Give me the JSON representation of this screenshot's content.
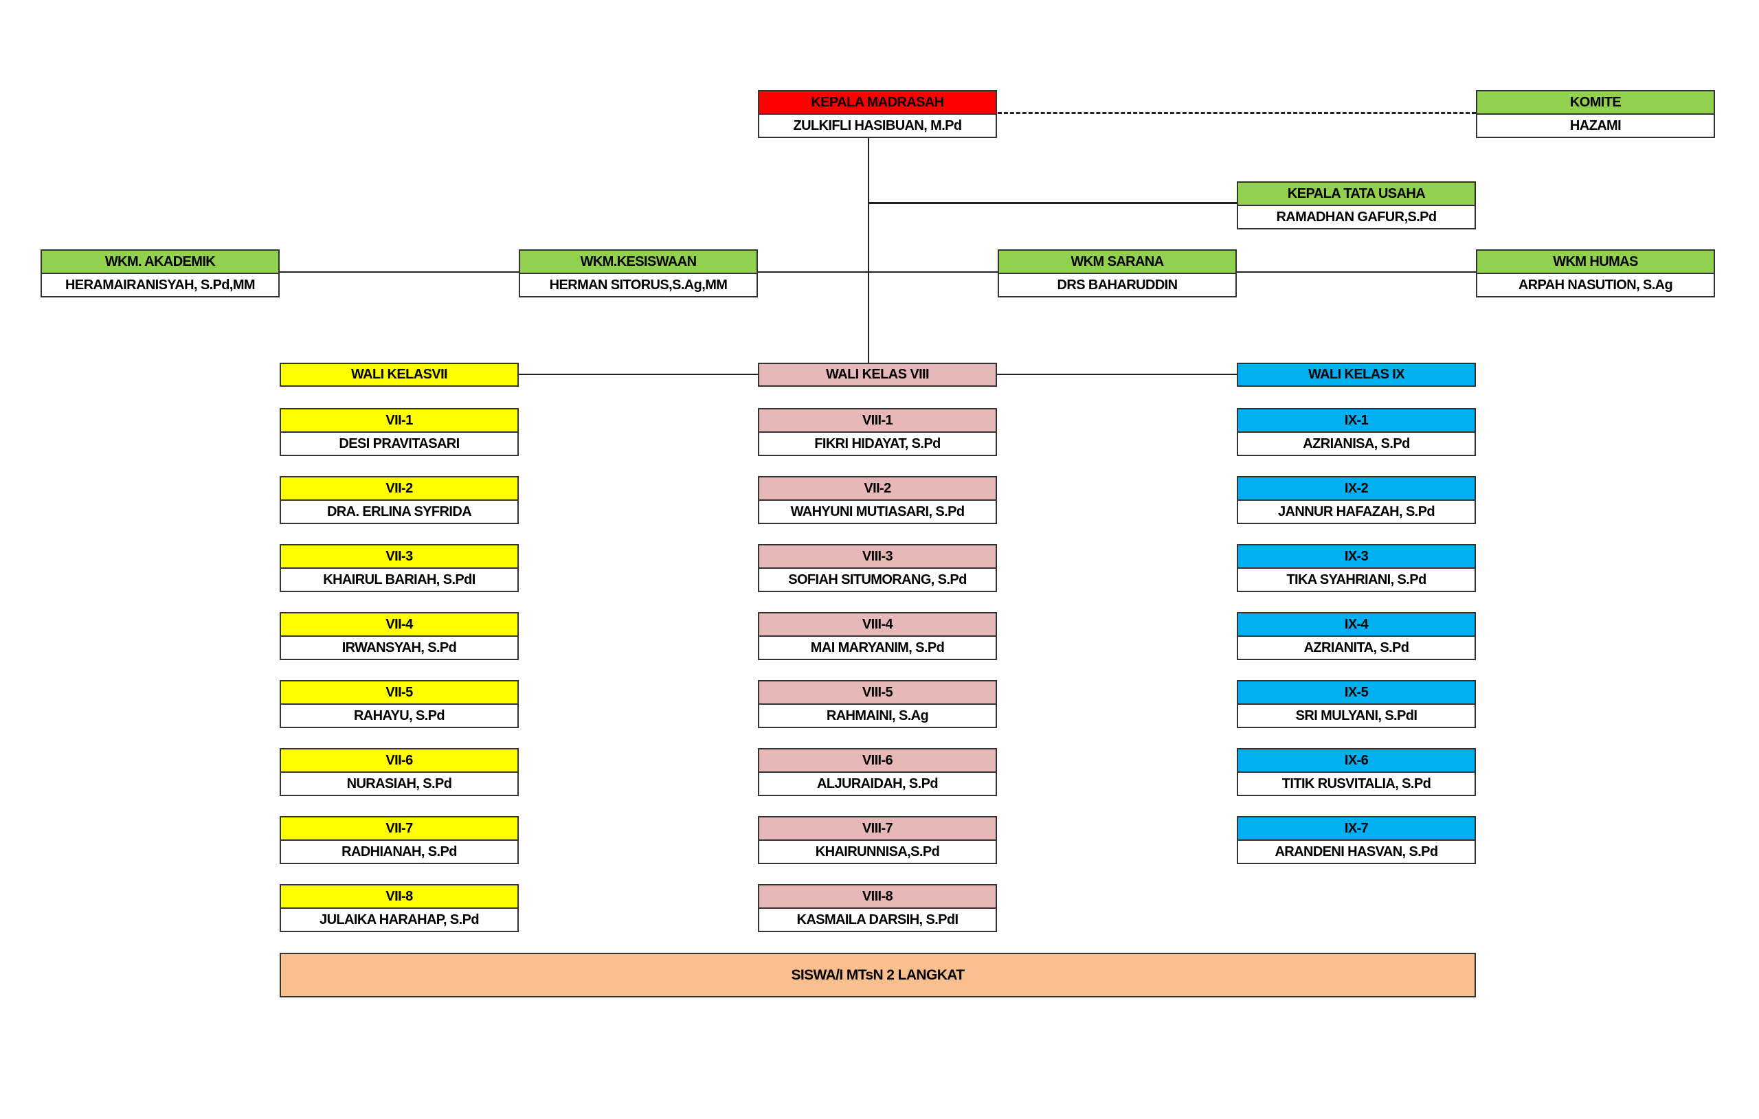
{
  "colors": {
    "head": "#ff0000",
    "staff": "#92d050",
    "grade7": "#ffff00",
    "grade8": "#e6b8b7",
    "grade9": "#00b0f0",
    "students": "#fabf8f"
  },
  "kepala": {
    "title": "KEPALA MADRASAH",
    "name": "ZULKIFLI HASIBUAN, M.Pd"
  },
  "komite": {
    "title": "KOMITE",
    "name": "HAZAMI"
  },
  "tata_usaha": {
    "title": "KEPALA TATA USAHA",
    "name": "RAMADHAN GAFUR,S.Pd"
  },
  "wkm": [
    {
      "title": "WKM. AKADEMIK",
      "name": "HERAMAIRANISYAH, S.Pd,MM"
    },
    {
      "title": "WKM.KESISWAAN",
      "name": "HERMAN SITORUS,S.Ag,MM"
    },
    {
      "title": "WKM SARANA",
      "name": "DRS BAHARUDDIN"
    },
    {
      "title": "WKM HUMAS",
      "name": "ARPAH NASUTION, S.Ag"
    }
  ],
  "grades": [
    {
      "title": "WALI KELASVII",
      "classes": [
        {
          "class": "VII-1",
          "name": "DESI PRAVITASARI"
        },
        {
          "class": "VII-2",
          "name": "DRA. ERLINA SYFRIDA"
        },
        {
          "class": "VII-3",
          "name": "KHAIRUL BARIAH, S.PdI"
        },
        {
          "class": "VII-4",
          "name": "IRWANSYAH, S.Pd"
        },
        {
          "class": "VII-5",
          "name": "RAHAYU, S.Pd"
        },
        {
          "class": "VII-6",
          "name": "NURASIAH, S.Pd"
        },
        {
          "class": "VII-7",
          "name": "RADHIANAH, S.Pd"
        },
        {
          "class": "VII-8",
          "name": "JULAIKA HARAHAP, S.Pd"
        }
      ]
    },
    {
      "title": "WALI KELAS VIII",
      "classes": [
        {
          "class": "VIII-1",
          "name": "FIKRI HIDAYAT, S.Pd"
        },
        {
          "class": "VII-2",
          "name": "WAHYUNI MUTIASARI, S.Pd"
        },
        {
          "class": "VIII-3",
          "name": "SOFIAH SITUMORANG, S.Pd"
        },
        {
          "class": "VIII-4",
          "name": "MAI MARYANIM, S.Pd"
        },
        {
          "class": "VIII-5",
          "name": "RAHMAINI, S.Ag"
        },
        {
          "class": "VIII-6",
          "name": "ALJURAIDAH, S.Pd"
        },
        {
          "class": "VIII-7",
          "name": "KHAIRUNNISA,S.Pd"
        },
        {
          "class": "VIII-8",
          "name": "KASMAILA DARSIH, S.PdI"
        }
      ]
    },
    {
      "title": "WALI KELAS IX",
      "classes": [
        {
          "class": "IX-1",
          "name": "AZRIANISA, S.Pd"
        },
        {
          "class": "IX-2",
          "name": "JANNUR HAFAZAH, S.Pd"
        },
        {
          "class": "IX-3",
          "name": "TIKA SYAHRIANI, S.Pd"
        },
        {
          "class": "IX-4",
          "name": "AZRIANITA, S.Pd"
        },
        {
          "class": "IX-5",
          "name": "SRI MULYANI, S.PdI"
        },
        {
          "class": "IX-6",
          "name": "TITIK RUSVITALIA, S.Pd"
        },
        {
          "class": "IX-7",
          "name": "ARANDENI HASVAN, S.Pd"
        }
      ]
    }
  ],
  "students": "SISWA/I MTsN 2 LANGKAT"
}
